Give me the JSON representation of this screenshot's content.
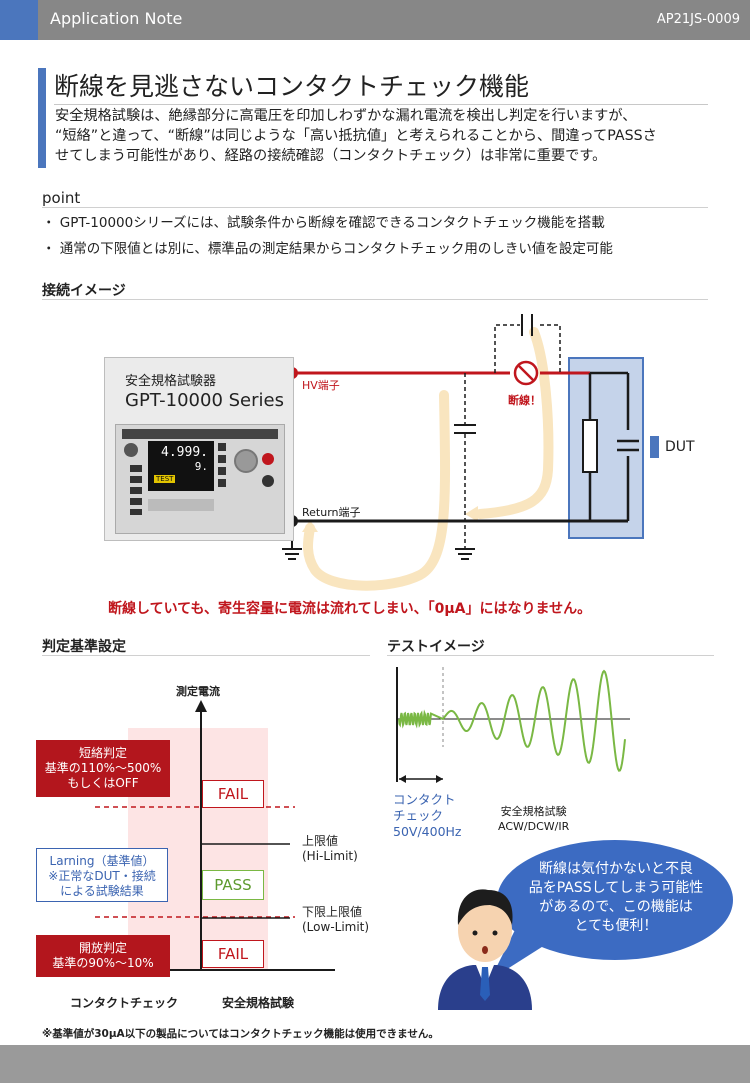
{
  "header": {
    "label": "Application Note",
    "doc_id": "AP21JS-0009"
  },
  "title": "断線を見逃さないコンタクトチェック機能",
  "intro": [
    "安全規格試験は、絶縁部分に高電圧を印加しわずかな漏れ電流を検出し判定を行いますが、",
    "“短絡”と違って、“断線”は同じような「高い抵抗値」と考えられることから、間違ってPASSさ",
    "せてしまう可能性があり、経路の接続確認（コンタクトチェック）は非常に重要です。"
  ],
  "point": {
    "heading": "point",
    "items": [
      "GPT-10000シリーズには、試験条件から断線を確認できるコンタクトチェック機能を搭載",
      "通常の下限値とは別に、標準品の測定結果からコンタクトチェック用のしきい値を設定可能"
    ]
  },
  "connection": {
    "heading": "接続イメージ",
    "instrument_label": "安全規格試験器",
    "instrument_model": "GPT-10000 Series",
    "screen_reading_1": "4.999.",
    "screen_reading_2": "9.",
    "screen_button": "TEST",
    "hv_terminal": "HV端子",
    "return_terminal": "Return端子",
    "break_label": "断線！",
    "dut_label": "DUT",
    "warning": "断線していても、寄生容量に電流は流れてしまい、「0μA」にはなりません。"
  },
  "criteria": {
    "heading": "判定基準設定",
    "axis_label": "測定電流",
    "short_box": [
      "短絡判定",
      "基準の110%～500%",
      "もしくはOFF"
    ],
    "learning_box": [
      "Larning（基準値）",
      "※正常なDUT・接続",
      "による試験結果"
    ],
    "open_box": [
      "開放判定",
      "基準の90%～10%"
    ],
    "fail_upper": "FAIL",
    "pass": "PASS",
    "fail_lower": "FAIL",
    "upper_limit": [
      "上限値",
      "(Hi-Limit)"
    ],
    "lower_limit": [
      "下限上限値",
      "(Low-Limit)"
    ],
    "x_left": "コンタクトチェック",
    "x_right": "安全規格試験"
  },
  "test": {
    "heading": "テストイメージ",
    "contact_check": [
      "コンタクト",
      "チェック",
      "50V/400Hz"
    ],
    "safety_test": [
      "安全規格試験",
      "ACW/DCW/IR"
    ]
  },
  "bubble": [
    "断線は気付かないと不良",
    "品をPASSしてしまう可能性",
    "があるので、この機能は",
    "とても便利！"
  ],
  "footnote": "※基準値が30μA以下の製品についてはコンタクトチェック機能は使用できません。",
  "colors": {
    "accent_blue": "#4b76bd",
    "red": "#c0161d",
    "green": "#7ab844",
    "peach": "#f9e5bf"
  }
}
